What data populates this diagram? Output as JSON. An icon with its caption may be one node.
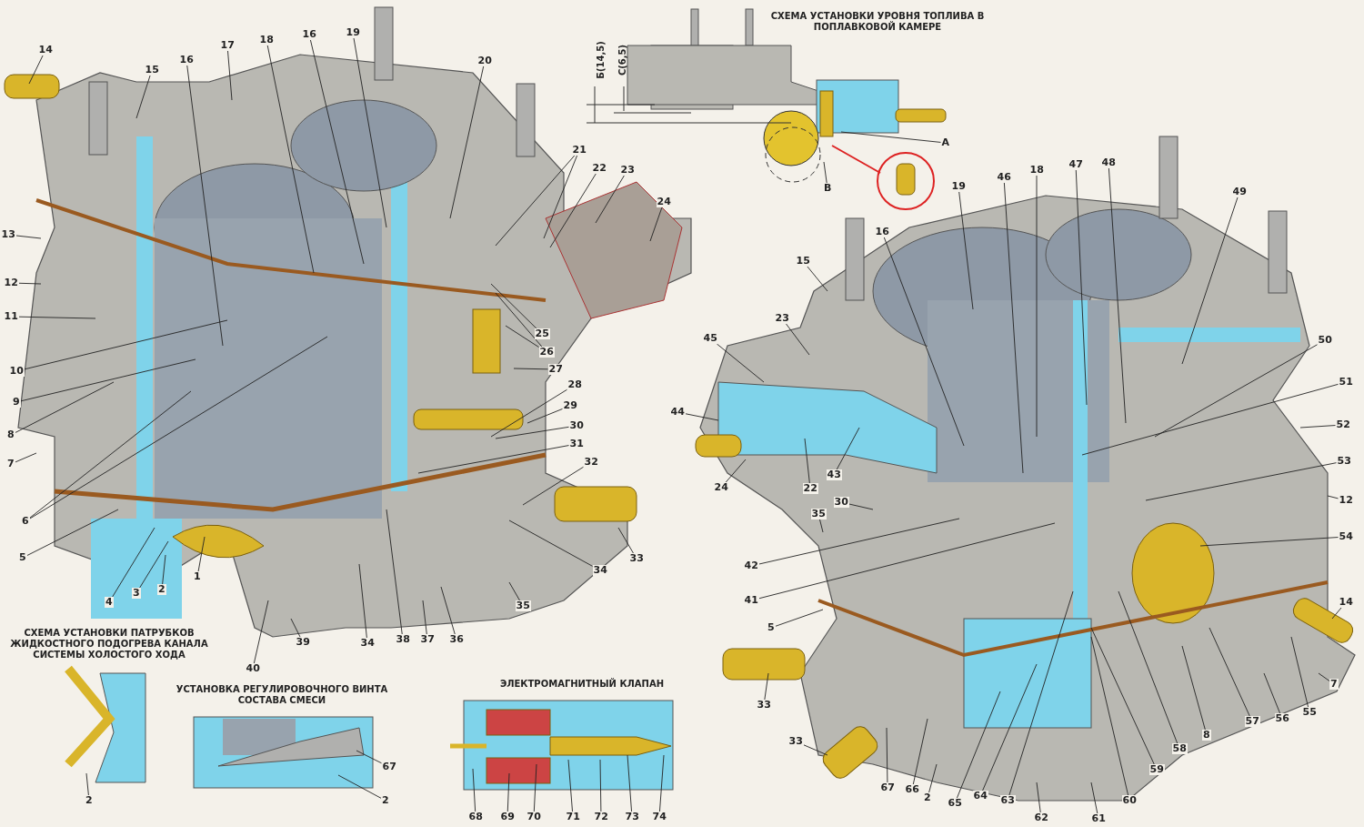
{
  "diagram": {
    "nodes": [
      {
        "text": [
          "А"
        ]
      },
      {
        "text": [
          "В"
        ]
      },
      {
        "text": [
          "14"
        ]
      },
      {
        "text": [
          "15"
        ]
      },
      {
        "text": [
          "16"
        ]
      },
      {
        "text": [
          "17"
        ]
      },
      {
        "text": [
          "18"
        ]
      },
      {
        "text": [
          "16"
        ]
      },
      {
        "text": [
          "19"
        ]
      },
      {
        "text": [
          "20"
        ]
      },
      {
        "text": [
          "21"
        ]
      },
      {
        "text": [
          "22"
        ]
      },
      {
        "text": [
          "23"
        ]
      },
      {
        "text": [
          "24"
        ]
      },
      {
        "text": [
          "13"
        ]
      },
      {
        "text": [
          "12"
        ]
      },
      {
        "text": [
          "11"
        ]
      },
      {
        "text": [
          "10"
        ]
      },
      {
        "text": [
          "9"
        ]
      },
      {
        "text": [
          "8"
        ]
      },
      {
        "text": [
          "7"
        ]
      },
      {
        "text": [
          "6"
        ]
      },
      {
        "text": [
          "5"
        ]
      },
      {
        "text": [
          "25"
        ]
      },
      {
        "text": [
          "26"
        ]
      },
      {
        "text": [
          "27"
        ]
      },
      {
        "text": [
          "28"
        ]
      },
      {
        "text": [
          "29"
        ]
      },
      {
        "text": [
          "30"
        ]
      },
      {
        "text": [
          "31"
        ]
      },
      {
        "text": [
          "32"
        ]
      },
      {
        "text": [
          "33"
        ]
      },
      {
        "text": [
          "34"
        ]
      },
      {
        "text": [
          "4"
        ]
      },
      {
        "text": [
          "3"
        ]
      },
      {
        "text": [
          "2"
        ]
      },
      {
        "text": [
          "1"
        ]
      },
      {
        "text": [
          "40"
        ]
      },
      {
        "text": [
          "39"
        ]
      },
      {
        "text": [
          "34"
        ]
      },
      {
        "text": [
          "38"
        ]
      },
      {
        "text": [
          "37"
        ]
      },
      {
        "text": [
          "36"
        ]
      },
      {
        "text": [
          "35"
        ]
      },
      {
        "text": [
          "19"
        ]
      },
      {
        "text": [
          "46"
        ]
      },
      {
        "text": [
          "18"
        ]
      },
      {
        "text": [
          "47"
        ]
      },
      {
        "text": [
          "48"
        ]
      },
      {
        "text": [
          "49"
        ]
      },
      {
        "text": [
          "16"
        ]
      },
      {
        "text": [
          "15"
        ]
      },
      {
        "text": [
          "23"
        ]
      },
      {
        "text": [
          "45"
        ]
      },
      {
        "text": [
          "50"
        ]
      },
      {
        "text": [
          "51"
        ]
      },
      {
        "text": [
          "44"
        ]
      },
      {
        "text": [
          "52"
        ]
      },
      {
        "text": [
          "24"
        ]
      },
      {
        "text": [
          "22"
        ]
      },
      {
        "text": [
          "43"
        ]
      },
      {
        "text": [
          "53"
        ]
      },
      {
        "text": [
          "12"
        ]
      },
      {
        "text": [
          "30"
        ]
      },
      {
        "text": [
          "35"
        ]
      },
      {
        "text": [
          "54"
        ]
      },
      {
        "text": [
          "42"
        ]
      },
      {
        "text": [
          "41"
        ]
      },
      {
        "text": [
          "14"
        ]
      },
      {
        "text": [
          "5"
        ]
      },
      {
        "text": [
          "7"
        ]
      },
      {
        "text": [
          "33"
        ]
      },
      {
        "text": [
          "55"
        ]
      },
      {
        "text": [
          "56"
        ]
      },
      {
        "text": [
          "57"
        ]
      },
      {
        "text": [
          "8"
        ]
      },
      {
        "text": [
          "33"
        ]
      },
      {
        "text": [
          "58"
        ]
      },
      {
        "text": [
          "59"
        ]
      },
      {
        "text": [
          "67"
        ]
      },
      {
        "text": [
          "66"
        ]
      },
      {
        "text": [
          "2"
        ]
      },
      {
        "text": [
          "65"
        ]
      },
      {
        "text": [
          "64"
        ]
      },
      {
        "text": [
          "63"
        ]
      },
      {
        "text": [
          "60"
        ]
      },
      {
        "text": [
          "62"
        ]
      },
      {
        "text": [
          "61"
        ]
      },
      {
        "text": [
          "2"
        ]
      },
      {
        "text": [
          "67"
        ]
      },
      {
        "text": [
          "2"
        ]
      },
      {
        "text": [
          "68"
        ]
      },
      {
        "text": [
          "69"
        ]
      },
      {
        "text": [
          "70"
        ]
      },
      {
        "text": [
          "71"
        ]
      },
      {
        "text": [
          "72"
        ]
      },
      {
        "text": [
          "73"
        ]
      },
      {
        "text": [
          "74"
        ]
      }
    ],
    "edges": [
      {
        "from": 0,
        "to": null,
        "arrow": "none"
      },
      {
        "from": 1,
        "to": null,
        "arrow": "none"
      },
      {
        "from": 2,
        "to": null,
        "arrow": "none"
      },
      {
        "from": 3,
        "to": null,
        "arrow": "none"
      },
      {
        "from": 4,
        "to": null,
        "arrow": "none"
      },
      {
        "from": 5,
        "to": null,
        "arrow": "none"
      },
      {
        "from": 6,
        "to": null,
        "arrow": "none"
      },
      {
        "from": 7,
        "to": null,
        "arrow": "none"
      },
      {
        "from": 8,
        "to": null,
        "arrow": "none"
      },
      {
        "from": 9,
        "to": null,
        "arrow": "none"
      },
      {
        "from": 10,
        "to": null,
        "arrow": "none"
      },
      {
        "from": 10,
        "to": null,
        "arrow": "none"
      },
      {
        "from": 11,
        "to": null,
        "arrow": "none"
      },
      {
        "from": 12,
        "to": null,
        "arrow": "none"
      },
      {
        "from": 13,
        "to": null,
        "arrow": "none"
      },
      {
        "from": 14,
        "to": null,
        "arrow": "none"
      },
      {
        "from": 15,
        "to": null,
        "arrow": "none"
      },
      {
        "from": 16,
        "to": null,
        "arrow": "none"
      },
      {
        "from": 17,
        "to": null,
        "arrow": "none"
      },
      {
        "from": 18,
        "to": null,
        "arrow": "none"
      },
      {
        "from": 19,
        "to": null,
        "arrow": "none"
      },
      {
        "from": 20,
        "to": null,
        "arrow": "none"
      },
      {
        "from": 21,
        "to": null,
        "arrow": "none"
      },
      {
        "from": 21,
        "to": null,
        "arrow": "none"
      },
      {
        "from": 22,
        "to": null,
        "arrow": "none"
      },
      {
        "from": 23,
        "to": null,
        "arrow": "none"
      },
      {
        "from": 24,
        "to": null,
        "arrow": "none"
      },
      {
        "from": 24,
        "to": null,
        "arrow": "none"
      },
      {
        "from": 25,
        "to": null,
        "arrow": "none"
      },
      {
        "from": 26,
        "to": null,
        "arrow": "none"
      },
      {
        "from": 27,
        "to": null,
        "arrow": "none"
      },
      {
        "from": 28,
        "to": null,
        "arrow": "none"
      },
      {
        "from": 29,
        "to": null,
        "arrow": "none"
      },
      {
        "from": 30,
        "to": null,
        "arrow": "none"
      },
      {
        "from": 31,
        "to": null,
        "arrow": "none"
      },
      {
        "from": 32,
        "to": null,
        "arrow": "none"
      },
      {
        "from": 33,
        "to": null,
        "arrow": "none"
      },
      {
        "from": 34,
        "to": null,
        "arrow": "none"
      },
      {
        "from": 35,
        "to": null,
        "arrow": "none"
      },
      {
        "from": 36,
        "to": null,
        "arrow": "none"
      },
      {
        "from": 37,
        "to": null,
        "arrow": "none"
      },
      {
        "from": 38,
        "to": null,
        "arrow": "none"
      },
      {
        "from": 39,
        "to": null,
        "arrow": "none"
      },
      {
        "from": 40,
        "to": null,
        "arrow": "none"
      },
      {
        "from": 41,
        "to": null,
        "arrow": "none"
      },
      {
        "from": 42,
        "to": null,
        "arrow": "none"
      },
      {
        "from": 43,
        "to": null,
        "arrow": "none"
      },
      {
        "from": 44,
        "to": null,
        "arrow": "none"
      },
      {
        "from": 45,
        "to": null,
        "arrow": "none"
      },
      {
        "from": 46,
        "to": null,
        "arrow": "none"
      },
      {
        "from": 47,
        "to": null,
        "arrow": "none"
      },
      {
        "from": 48,
        "to": null,
        "arrow": "none"
      },
      {
        "from": 49,
        "to": null,
        "arrow": "none"
      },
      {
        "from": 50,
        "to": null,
        "arrow": "none"
      },
      {
        "from": 51,
        "to": null,
        "arrow": "none"
      },
      {
        "from": 52,
        "to": null,
        "arrow": "none"
      },
      {
        "from": 53,
        "to": null,
        "arrow": "none"
      },
      {
        "from": 54,
        "to": null,
        "arrow": "none"
      },
      {
        "from": 55,
        "to": null,
        "arrow": "none"
      },
      {
        "from": 56,
        "to": null,
        "arrow": "none"
      },
      {
        "from": 57,
        "to": null,
        "arrow": "none"
      },
      {
        "from": 58,
        "to": null,
        "arrow": "none"
      },
      {
        "from": 59,
        "to": null,
        "arrow": "none"
      },
      {
        "from": 60,
        "to": null,
        "arrow": "none"
      },
      {
        "from": 61,
        "to": null,
        "arrow": "none"
      },
      {
        "from": 62,
        "to": null,
        "arrow": "none"
      },
      {
        "from": 63,
        "to": null,
        "arrow": "none"
      },
      {
        "from": 64,
        "to": null,
        "arrow": "none"
      },
      {
        "from": 65,
        "to": null,
        "arrow": "none"
      },
      {
        "from": 66,
        "to": null,
        "arrow": "none"
      },
      {
        "from": 67,
        "to": null,
        "arrow": "none"
      },
      {
        "from": 68,
        "to": null,
        "arrow": "none"
      },
      {
        "from": 69,
        "to": null,
        "arrow": "none"
      },
      {
        "from": 70,
        "to": null,
        "arrow": "none"
      },
      {
        "from": 71,
        "to": null,
        "arrow": "none"
      },
      {
        "from": 72,
        "to": null,
        "arrow": "none"
      },
      {
        "from": 73,
        "to": null,
        "arrow": "none"
      },
      {
        "from": 74,
        "to": null,
        "arrow": "none"
      },
      {
        "from": 75,
        "to": null,
        "arrow": "none"
      },
      {
        "from": 76,
        "to": null,
        "arrow": "none"
      },
      {
        "from": 77,
        "to": null,
        "arrow": "none"
      },
      {
        "from": 78,
        "to": null,
        "arrow": "none"
      },
      {
        "from": 79,
        "to": null,
        "arrow": "none"
      },
      {
        "from": 80,
        "to": null,
        "arrow": "none"
      },
      {
        "from": 81,
        "to": null,
        "arrow": "none"
      },
      {
        "from": 82,
        "to": null,
        "arrow": "none"
      },
      {
        "from": 83,
        "to": null,
        "arrow": "none"
      },
      {
        "from": 84,
        "to": null,
        "arrow": "none"
      },
      {
        "from": 85,
        "to": null,
        "arrow": "none"
      },
      {
        "from": 86,
        "to": null,
        "arrow": "none"
      },
      {
        "from": 87,
        "to": null,
        "arrow": "none"
      },
      {
        "from": 88,
        "to": null,
        "arrow": "none"
      },
      {
        "from": 89,
        "to": null,
        "arrow": "none"
      },
      {
        "from": 90,
        "to": null,
        "arrow": "none"
      },
      {
        "from": 91,
        "to": null,
        "arrow": "none"
      },
      {
        "from": 92,
        "to": null,
        "arrow": "none"
      },
      {
        "from": 93,
        "to": null,
        "arrow": "none"
      },
      {
        "from": 94,
        "to": null,
        "arrow": "none"
      },
      {
        "from": 95,
        "to": null,
        "arrow": "none"
      },
      {
        "from": 96,
        "to": null,
        "arrow": "none"
      },
      {
        "from": 97,
        "to": null,
        "arrow": "none"
      }
    ],
    "labels": [
      "СХЕМА УСТАНОВКИ УРОВНЯ ТОПЛИВА В ПОПЛАВКОВОЙ КАМЕРЕ",
      "Б(14,5)",
      "С(6,5)",
      "СХЕМА УСТАНОВКИ ПАТРУБКОВ ЖИДКОСТНОГО ПОДОГРЕВА КАНАЛА СИСТЕМЫ ХОЛОСТОГО ХОДА",
      "УСТАНОВКА РЕГУЛИРОВОЧНОГО ВИНТА СОСТАВА СМЕСИ",
      "ЭЛЕКТРОМАГНИТНЫЙ КЛАПАН"
    ]
  }
}
